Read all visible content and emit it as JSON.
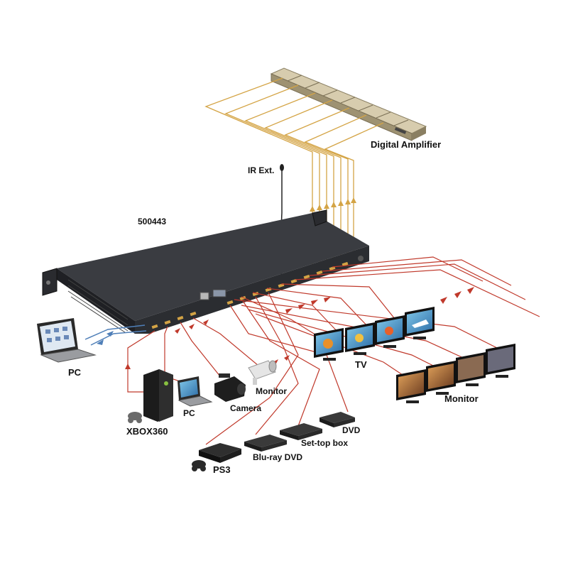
{
  "model": "500443",
  "labels": {
    "digital_amplifier": "Digital Amplifier",
    "ir_ext": "IR Ext.",
    "pc_left": "PC",
    "tv": "TV",
    "monitor_right": "Monitor",
    "monitor_camera": "Monitor",
    "camera": "Camera",
    "pc_source": "PC",
    "xbox360": "XBOX360",
    "ps3": "PS3",
    "bluray": "Blu-ray DVD",
    "settop": "Set-top box",
    "dvd": "DVD"
  },
  "colors": {
    "device_body": "#2b2d31",
    "hdmi_cable": "#c0392b",
    "audio_cable": "#d4a445",
    "ethernet_cable": "#4f7fb8",
    "amplifier": "#b5a98a"
  }
}
